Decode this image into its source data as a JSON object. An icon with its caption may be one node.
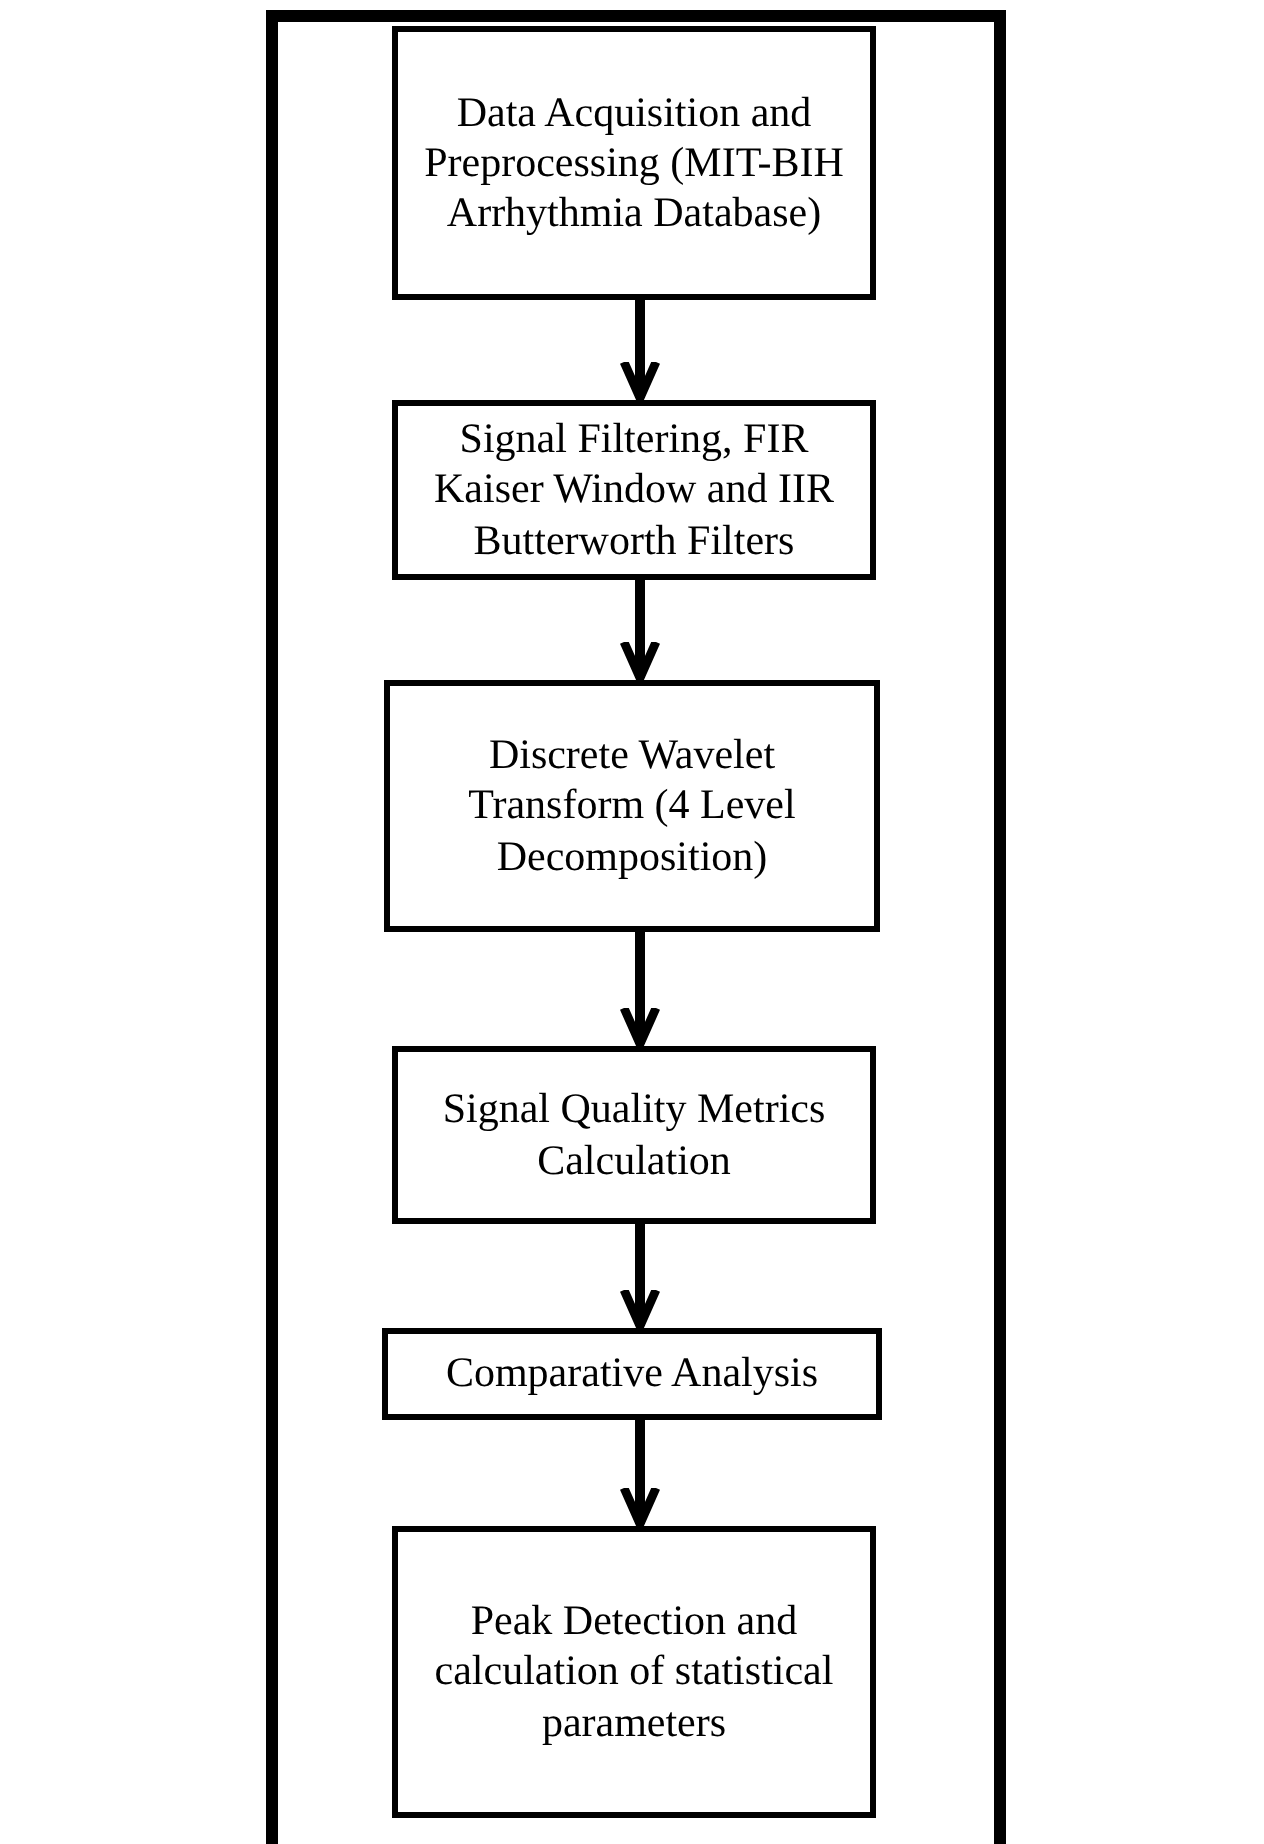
{
  "diagram": {
    "nodes": [
      {
        "text": [],
        "shape": "box"
      },
      {
        "text": [
          "Data Acquisition and Preprocessing (MIT-BIH Arrhythmia Database)"
        ],
        "in": 0
      },
      {
        "text": [
          "Signal Filtering, FIR Kaiser Window and IIR Butterworth Filters"
        ],
        "in": 0
      },
      {
        "text": [
          "Discrete Wavelet Transform (4 Level Decomposition)"
        ],
        "in": 0
      },
      {
        "text": [
          "Signal Quality Metrics Calculation"
        ],
        "in": 0
      },
      {
        "text": [
          "Comparative Analysis"
        ],
        "in": 0
      },
      {
        "text": [
          "Peak Detection and calculation of statistical parameters"
        ],
        "in": 0
      }
    ],
    "edges": [
      {
        "from": 1,
        "to": 2,
        "arrow": "to"
      },
      {
        "from": 2,
        "to": 3,
        "arrow": "to"
      },
      {
        "from": 3,
        "to": 4,
        "arrow": "to"
      },
      {
        "from": 4,
        "to": 5,
        "arrow": "to"
      },
      {
        "from": 5,
        "to": 6,
        "arrow": "to"
      }
    ]
  }
}
